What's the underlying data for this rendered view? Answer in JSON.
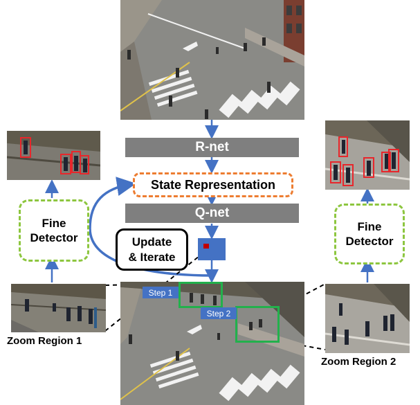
{
  "labels": {
    "rnet": "R-net",
    "state": "State Representation",
    "qnet": "Q-net",
    "update_line1": "Update",
    "update_line2": "& Iterate",
    "fine_left_line1": "Fine",
    "fine_left_line2": "Detector",
    "fine_right_line1": "Fine",
    "fine_right_line2": "Detector",
    "step1": "Step 1",
    "step2": "Step 2",
    "zoom1": "Zoom Region 1",
    "zoom2": "Zoom Region 2"
  },
  "colors": {
    "arrow": "#4472c4",
    "net_bar": "#7f7f7f",
    "state_border": "#ed7d31",
    "fine_border": "#8dc63f",
    "zoom_box": "#22b14c",
    "detection_box": "#e8262b"
  }
}
